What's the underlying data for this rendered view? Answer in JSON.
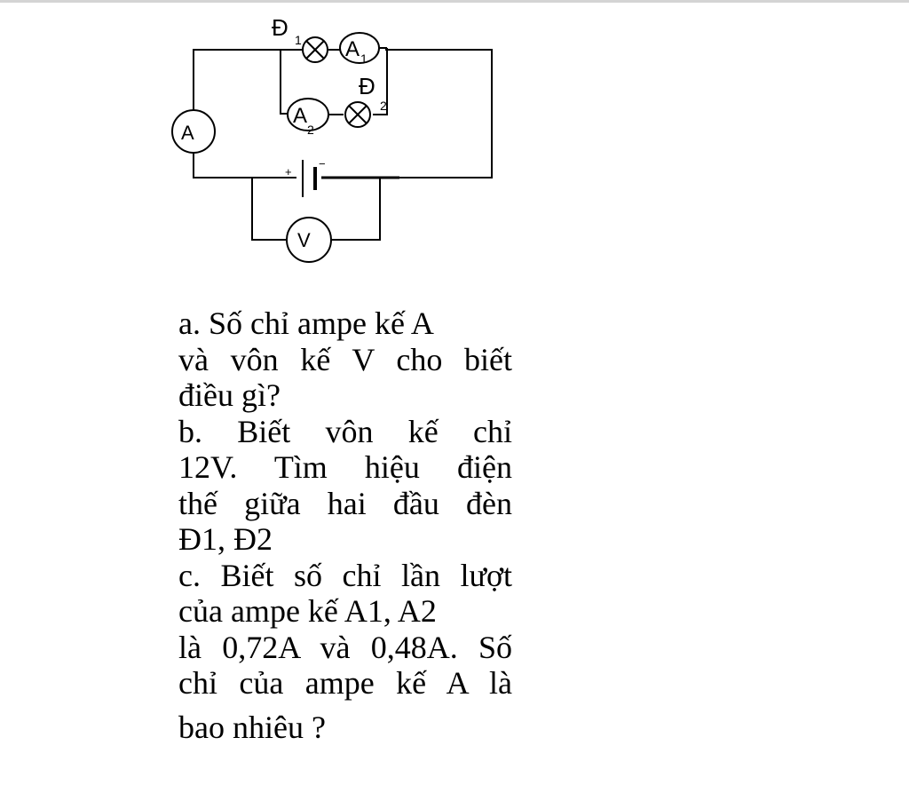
{
  "circuit": {
    "lamp1_label": "Đ",
    "lamp1_sub": "1",
    "lamp2_label": "Đ",
    "lamp2_sub": "2",
    "ammeter_main": "A",
    "ammeter_1": "A",
    "ammeter_1_sub": "1",
    "ammeter_2": "A",
    "ammeter_2_sub": "2",
    "voltmeter": "V",
    "battery_plus": "+",
    "battery_minus": "−"
  },
  "problem": {
    "a": [
      "a. Số chỉ  ampe kế A",
      "và vôn kế V   cho biết",
      "điều gì?"
    ],
    "b": [
      "b. Biết vôn kế   chỉ",
      "12V. Tìm hiệu điện",
      "thế giữa hai đầu đèn",
      "Đ1, Đ2"
    ],
    "c": [
      "c. Biết số chỉ lần lượt",
      "của ampe kế A1, A2",
      "là 0,72A và 0,48A. Số",
      "chỉ của ampe kế A  là",
      "bao  nhiêu ?"
    ]
  }
}
